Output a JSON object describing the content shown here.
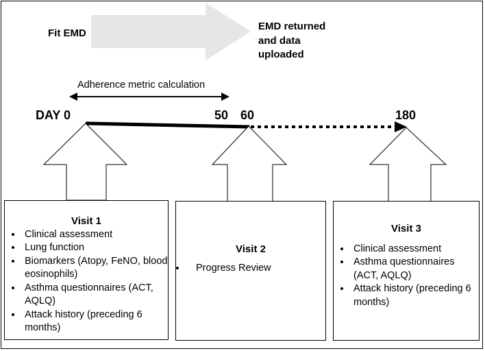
{
  "fit_label": "Fit EMD",
  "returned_label": "EMD returned and data uploaded",
  "adherence_label": "Adherence metric calculation",
  "timeline": {
    "day_prefix": "DAY",
    "ticks": [
      "0",
      "50",
      "60",
      "180"
    ]
  },
  "visits": [
    {
      "title": "Visit 1",
      "items": [
        "Clinical assessment",
        "Lung function",
        "Biomarkers (Atopy, FeNO, blood eosinophils)",
        "Asthma questionnaires (ACT, AQLQ)",
        "Attack history (preceding 6 months)"
      ]
    },
    {
      "title": "Visit 2",
      "items": [
        "Progress Review"
      ]
    },
    {
      "title": "Visit 3",
      "items": [
        "Clinical assessment",
        "Asthma questionnaires (ACT, AQLQ)",
        "Attack history (preceding 6 months)"
      ]
    }
  ],
  "colors": {
    "big_arrow": "#e6e6e6",
    "line": "#000000"
  }
}
